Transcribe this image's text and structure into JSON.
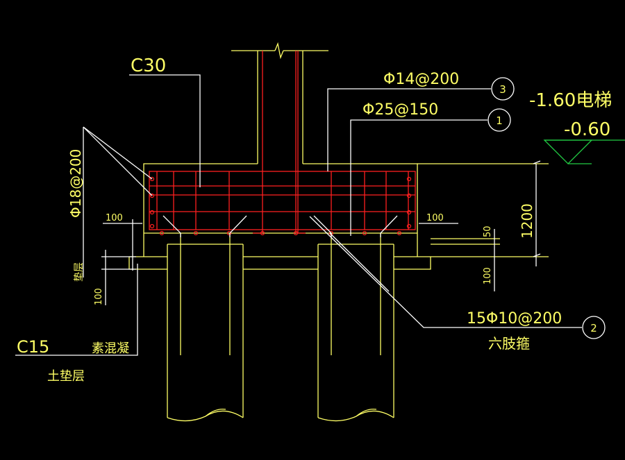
{
  "colors": {
    "background": "#000000",
    "outline": "#ffff66",
    "rebar": "#ff2020",
    "leader": "#ffffff",
    "ground": "#22cc44",
    "text": "#ffff66"
  },
  "labels": {
    "concrete_grade": "C30",
    "rebar_top": "Φ14@200",
    "rebar_main": "Φ25@150",
    "rebar_side": "Φ18@200",
    "stirrup": "15Φ10@200",
    "stirrup_type": "六肢箍",
    "elevation_1": "-1.60电梯",
    "elevation_2": "-0.60",
    "dim_100_left": "100",
    "dim_100_right": "100",
    "dim_50": "50",
    "dim_1200": "1200",
    "dim_100_bottom_right": "100",
    "dim_100_bottom_left": "100",
    "pad_label": "垫层",
    "c15": "C15",
    "plain_concrete": "素混凝",
    "soil_pad": "土垫层",
    "callout_1": "1",
    "callout_2": "2",
    "callout_3": "3"
  }
}
